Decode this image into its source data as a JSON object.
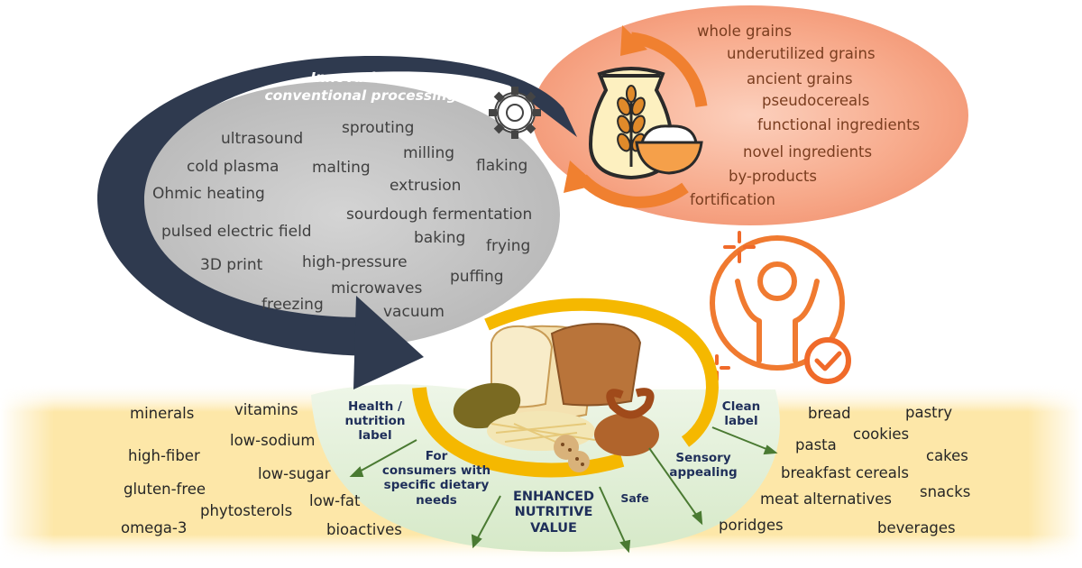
{
  "processing": {
    "title_line1": "Innovative &",
    "title_line2": "conventional  processing",
    "methods": [
      "ultrasound",
      "sprouting",
      "cold plasma",
      "malting",
      "milling",
      "flaking",
      "Ohmic heating",
      "extrusion",
      "sourdough fermentation",
      "pulsed electric field",
      "baking",
      "frying",
      "3D print",
      "high-pressure",
      "puffing",
      "microwaves",
      "freezing",
      "vacuum"
    ]
  },
  "grains": [
    "whole grains",
    "underutilized grains",
    "ancient grains",
    "pseudocereals",
    "functional ingredients",
    "novel ingredients",
    "by-products",
    "fortification"
  ],
  "center": {
    "health_label": "Health /\nnutrition\nlabel",
    "consumers": "For\nconsumers with\nspecific dietary\nneeds",
    "enhanced": "ENHANCED\nNUTRITIVE\nVALUE",
    "safe": "Safe",
    "sensory": "Sensory\nappealing",
    "clean_label": "Clean\nlabel"
  },
  "nutrients": [
    "minerals",
    "vitamins",
    "high-fiber",
    "low-sodium",
    "low-sugar",
    "gluten-free",
    "phytosterols",
    "low-fat",
    "omega-3",
    "bioactives"
  ],
  "products": [
    "bread",
    "pastry",
    "cookies",
    "pasta",
    "cakes",
    "breakfast cereals",
    "meat alternatives",
    "snacks",
    "poridges",
    "beverages"
  ],
  "colors": {
    "arrow_navy": "#2f3a4f",
    "gray_oval": "#c4c4c4",
    "orange_oval": "#f7a98a",
    "orange_accent": "#f08030",
    "yellow_band": "#fde6a3",
    "green_area": "#e2f0d9",
    "gold_ring": "#f5b800",
    "label_navy": "#1f2f5a"
  },
  "icons": [
    "gear-icon",
    "grain-sack-icon",
    "flour-bowl-icon",
    "cycle-arrow-icon",
    "happy-person-icon",
    "checkmark-icon",
    "sparkle-icon",
    "bread-food-icon"
  ]
}
